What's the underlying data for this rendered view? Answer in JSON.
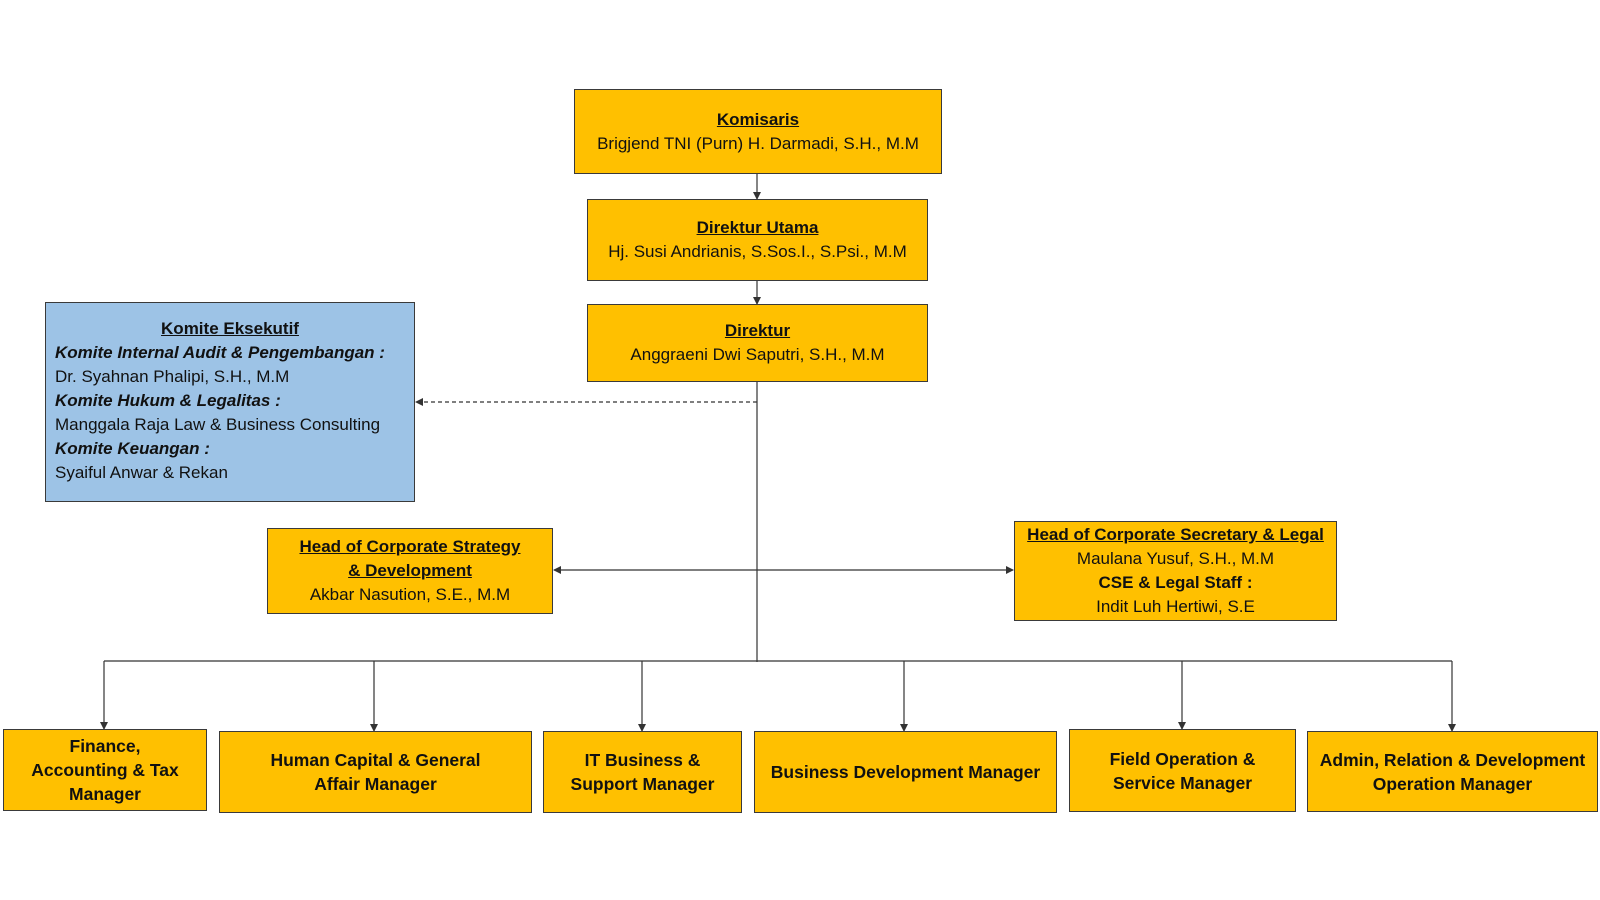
{
  "komisaris": {
    "title": "Komisaris",
    "name": "Brigjend TNI (Purn) H. Darmadi, S.H., M.M"
  },
  "direktur_utama": {
    "title": "Direktur Utama",
    "name": "Hj. Susi Andrianis, S.Sos.I., S.Psi., M.M"
  },
  "direktur": {
    "title": "Direktur",
    "name": "Anggraeni Dwi Saputri, S.H., M.M"
  },
  "komite": {
    "title": "Komite Eksekutif",
    "audit_label": "Komite Internal Audit & Pengembangan :",
    "audit_name": "Dr. Syahnan Phalipi, S.H., M.M",
    "hukum_label": "Komite Hukum & Legalitas :",
    "hukum_name": "Manggala Raja Law & Business Consulting",
    "keuangan_label": "Komite Keuangan :",
    "keuangan_name": "Syaiful Anwar & Rekan"
  },
  "strategy": {
    "title": "Head of Corporate Strategy & Development",
    "name": "Akbar Nasution, S.E., M.M"
  },
  "secretary": {
    "title": "Head of Corporate Secretary & Legal",
    "name": "Maulana Yusuf, S.H., M.M",
    "staff_label": "CSE & Legal Staff :",
    "staff_name": "Indit Luh Hertiwi, S.E"
  },
  "managers": [
    "Finance, Accounting & Tax Manager",
    "Human Capital & General Affair Manager",
    "IT Business & Support Manager",
    "Business Development Manager",
    "Field Operation & Service Manager",
    "Admin, Relation & Development Operation Manager"
  ],
  "colors": {
    "node": "#FFC000",
    "committee": "#9DC3E6",
    "border": "#3a3a3a"
  }
}
